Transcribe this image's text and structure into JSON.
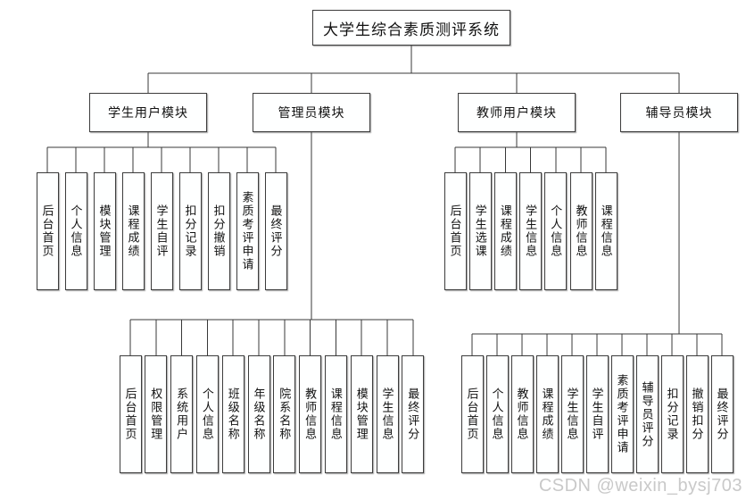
{
  "diagram": {
    "title": "大学生综合素质测评系统",
    "root": {
      "label": "大学生综合素质测评系统"
    },
    "modules": [
      {
        "label": "学生用户模块",
        "children": [
          "后台首页",
          "个人信息",
          "模块管理",
          "课程成绩",
          "学生自评",
          "扣分记录",
          "扣分撤销",
          "素质考评申请",
          "最终评分"
        ]
      },
      {
        "label": "管理员模块",
        "children": [
          "后台首页",
          "权限管理",
          "系统用户",
          "个人信息",
          "班级名称",
          "年级名称",
          "院系名称",
          "教师信息",
          "课程信息",
          "模块管理",
          "学生信息",
          "最终评分"
        ]
      },
      {
        "label": "教师用户模块",
        "children": [
          "后台首页",
          "学生选课",
          "课程成绩",
          "学生信息",
          "个人信息",
          "教师信息",
          "课程信息"
        ]
      },
      {
        "label": "辅导员模块",
        "children": [
          "后台首页",
          "个人信息",
          "教师信息",
          "课程成绩",
          "学生信息",
          "学生自评",
          "素质考评申请",
          "辅导员评分",
          "扣分记录",
          "撤销扣分",
          "最终评分"
        ]
      }
    ]
  },
  "watermark": "CSDN @weixin_bysj703",
  "colors": {
    "line": "#383838",
    "box_border": "#3c3c3c",
    "box_fill": "#ffffff",
    "text": "#111111",
    "watermark": "#c9c9c9"
  }
}
